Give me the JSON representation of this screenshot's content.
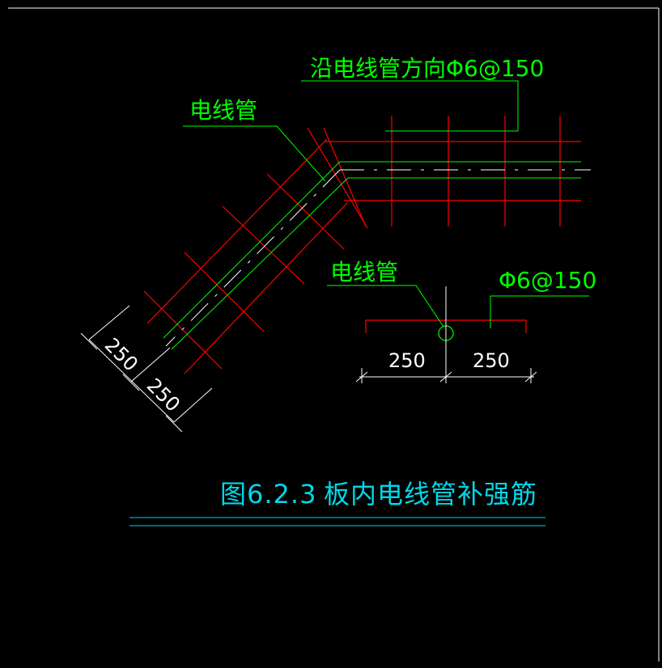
{
  "labels": {
    "top_note": "沿电线管方向Φ6@150",
    "conduit_upper": "电线管",
    "conduit_section": "电线管",
    "section_rebar": "Φ6@150",
    "dim_diag_1": "250",
    "dim_diag_2": "250",
    "dim_sec_left": "250",
    "dim_sec_right": "250"
  },
  "title": {
    "figure_no": "图6.2.3",
    "caption": "板内电线管补强筋"
  },
  "colors": {
    "background": "#000000",
    "rebar": "#ff0000",
    "leader": "#00ff00",
    "dimension": "#ffffff",
    "title": "#00d8e8",
    "frame": "#ffffff"
  }
}
